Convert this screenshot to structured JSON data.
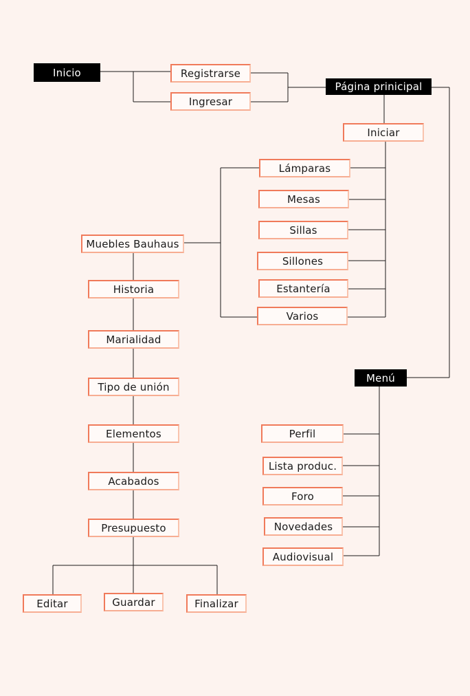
{
  "colors": {
    "background": "#fdf3ef",
    "node_border": "#f07a5a",
    "node_border_light": "#f9c3ad",
    "dark_node": "#000000",
    "line": "#1a1a1a"
  },
  "nodes": {
    "inicio": "Inicio",
    "registrarse": "Registrarse",
    "ingresar": "Ingresar",
    "pagina_principal": "Página prinicipal",
    "iniciar": "Iniciar",
    "lamparas": "Lámparas",
    "mesas": "Mesas",
    "sillas": "Sillas",
    "sillones": "Sillones",
    "estanteria": "Estantería",
    "varios": "Varios",
    "muebles_bauhaus": "Muebles Bauhaus",
    "historia": "Historia",
    "marialidad": "Marialidad",
    "tipo_union": "Tipo de unión",
    "elementos": "Elementos",
    "acabados": "Acabados",
    "presupuesto": "Presupuesto",
    "editar": "Editar",
    "guardar": "Guardar",
    "finalizar": "Finalizar",
    "menu": "Menú",
    "perfil": "Perfil",
    "lista_produc": "Lista produc.",
    "foro": "Foro",
    "novedades": "Novedades",
    "audiovisual": "Audiovisual"
  }
}
